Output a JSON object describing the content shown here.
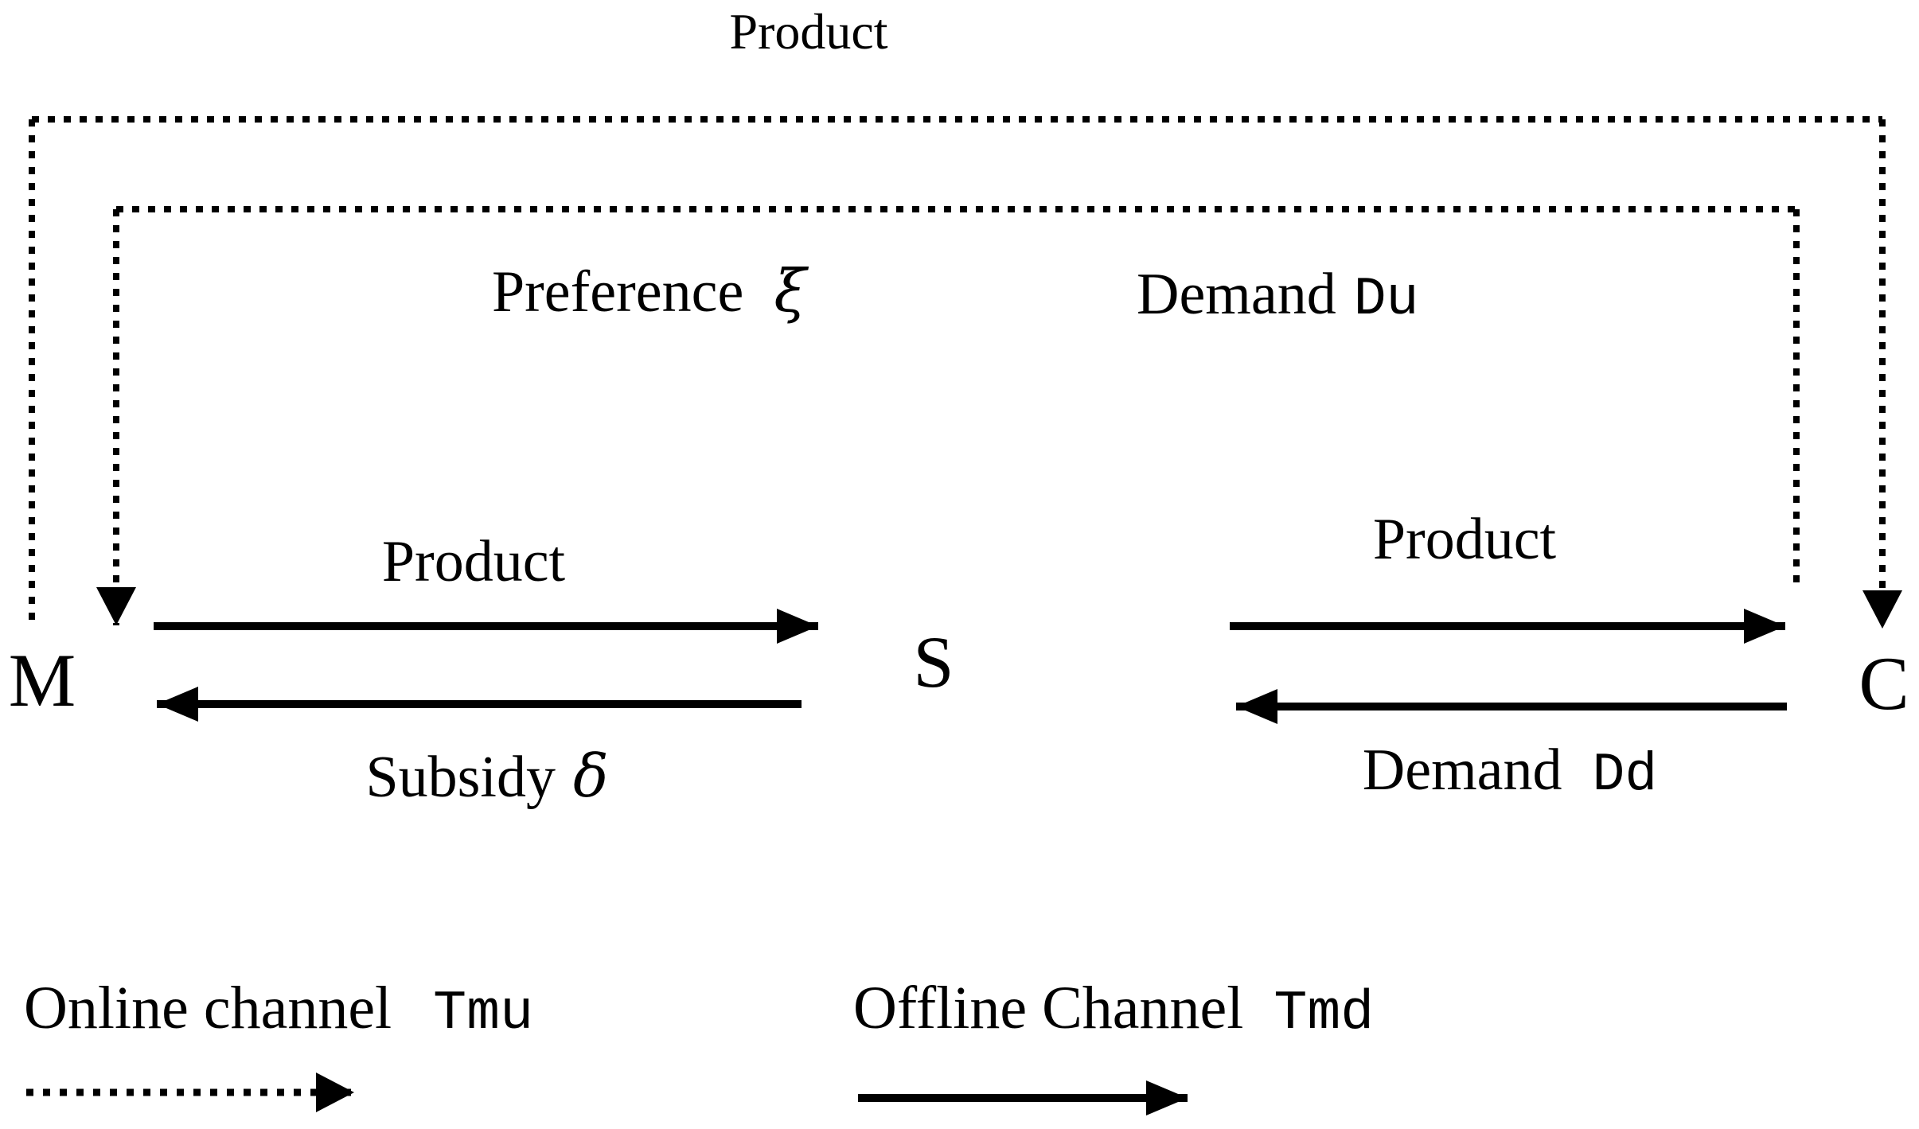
{
  "figure": {
    "top_flow": {
      "label": "Product"
    },
    "info_flow": {
      "preference_label": "Preference",
      "preference_symbol": "ξ",
      "demand_label": "Demand",
      "demand_symbol": "Du"
    },
    "manufacturer_supplier_channel": {
      "product_label": "Product",
      "subsidy_label": "Subsidy",
      "subsidy_symbol": "δ"
    },
    "supplier_consumer_channel": {
      "product_label": "Product",
      "demand_label": "Demand",
      "demand_symbol": "Dd"
    },
    "nodes": {
      "manufacturer": "M",
      "supplier": "S",
      "consumer": "C"
    },
    "legend": {
      "online_label": "Online channel",
      "online_symbol": "Tmu",
      "offline_label": "Offline Channel",
      "offline_symbol": "Tmd"
    },
    "colors": {
      "ink": "#000000",
      "background": "#ffffff"
    }
  }
}
